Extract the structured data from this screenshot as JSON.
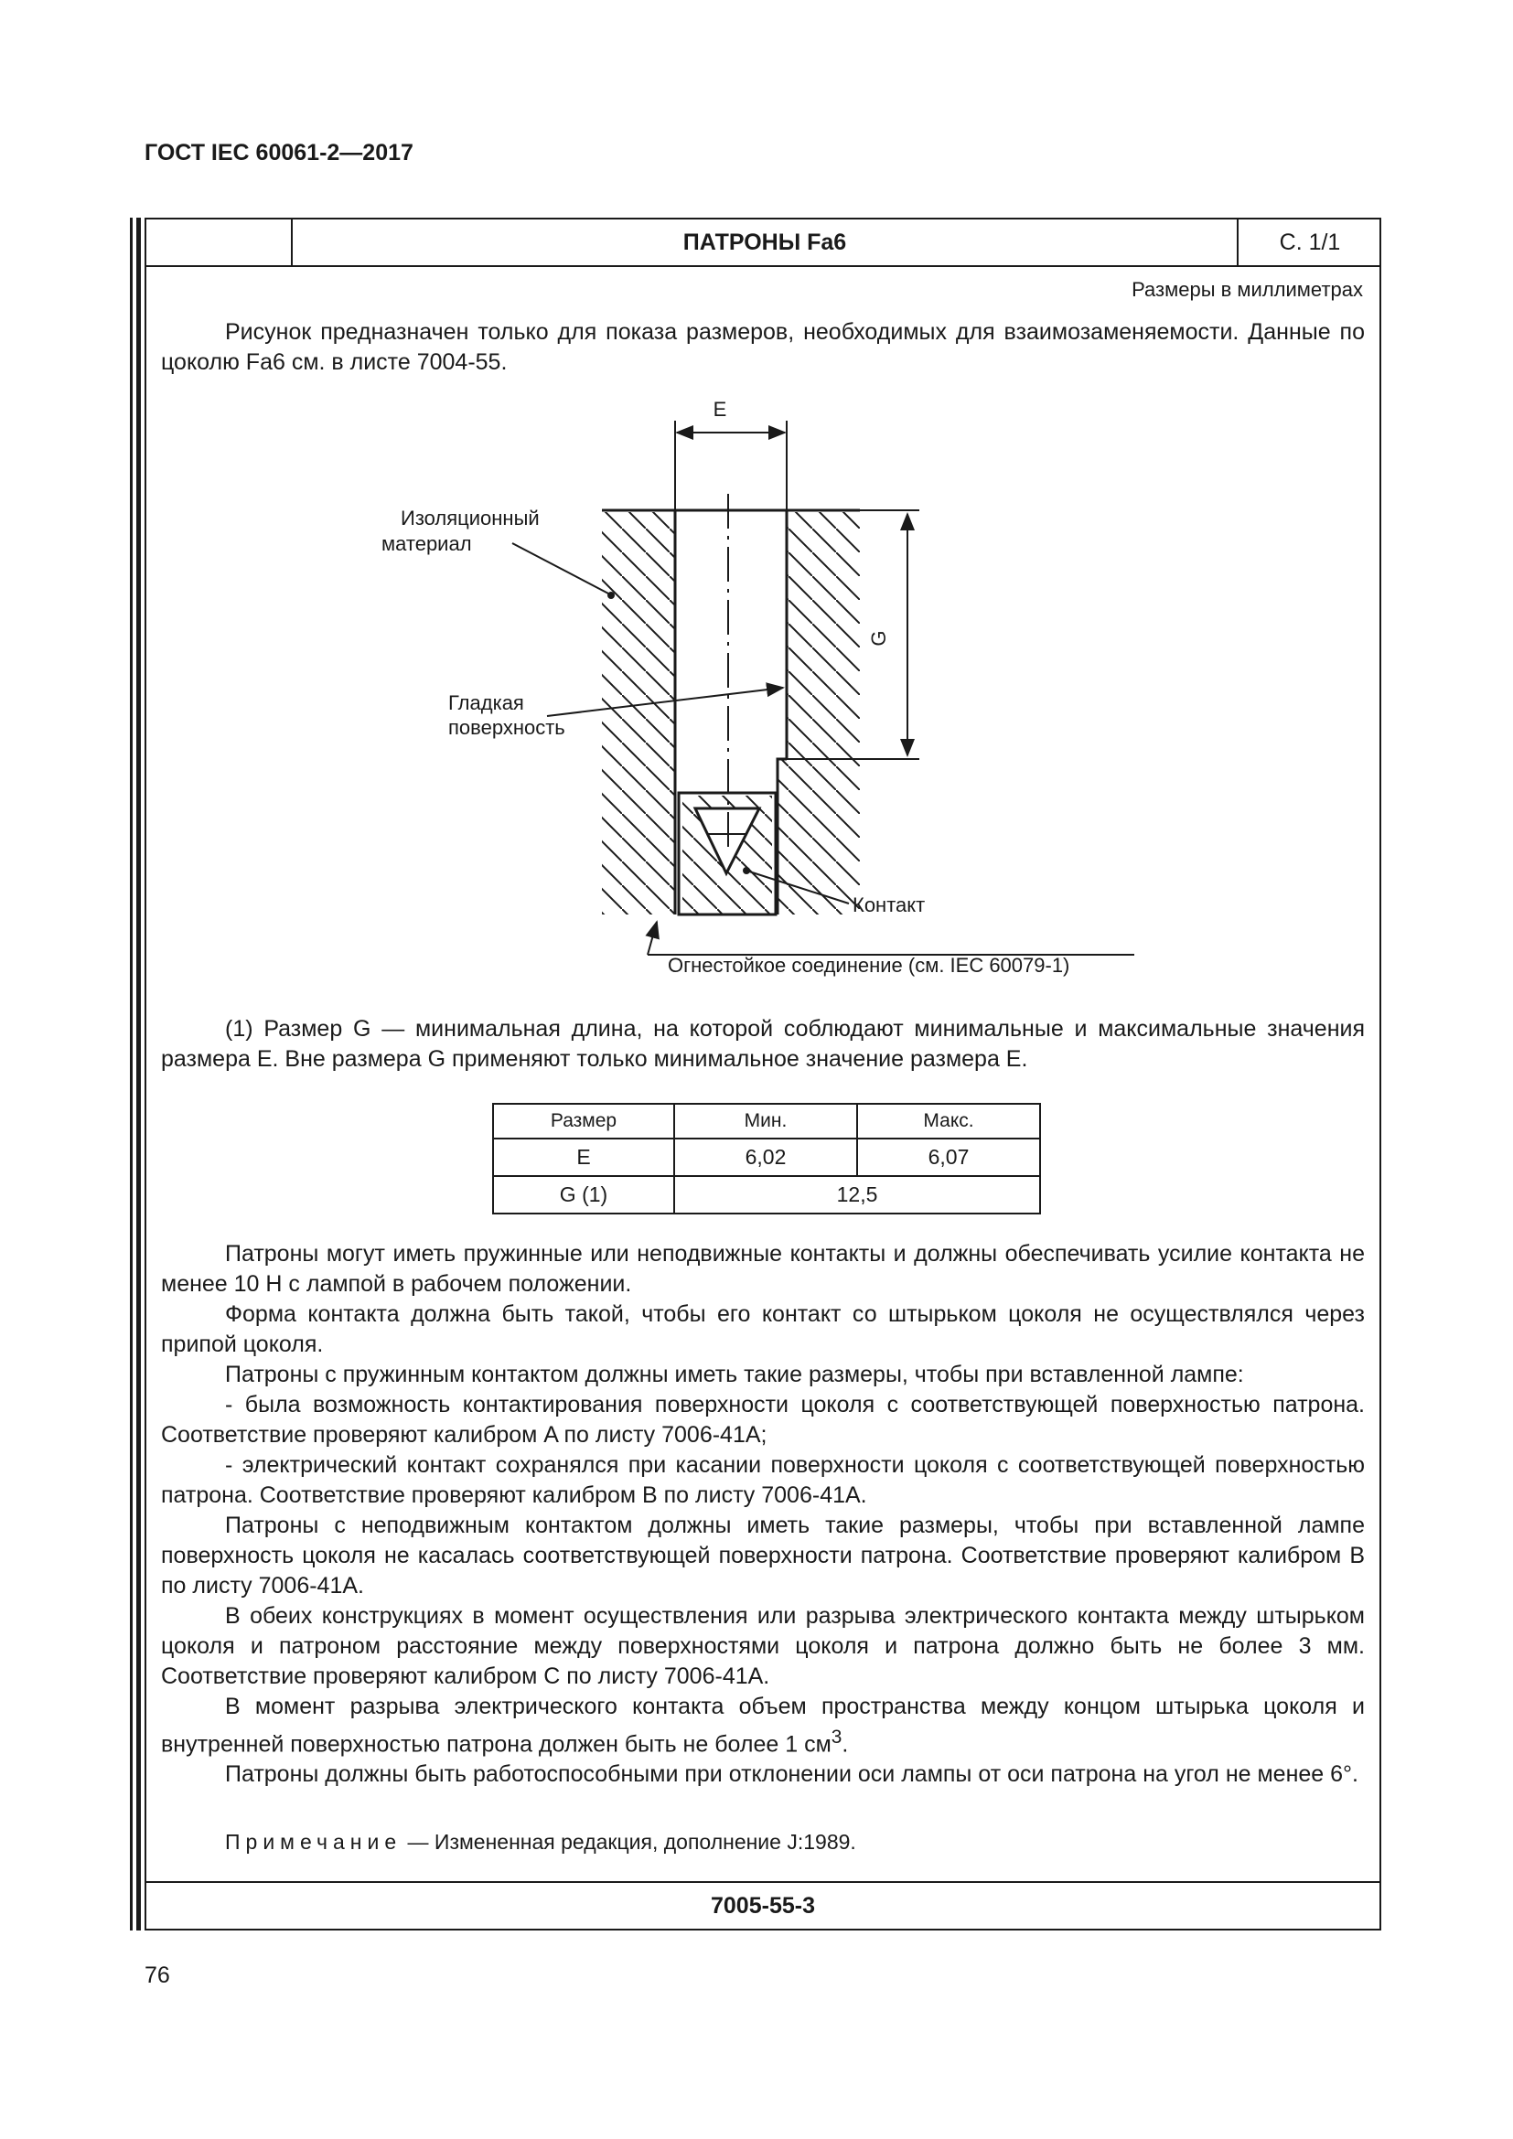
{
  "header": {
    "standard": "ГОСТ IEC 60061-2—2017",
    "page_number": "76"
  },
  "sheet": {
    "title": "ПАТРОНЫ Fa6",
    "page": "С. 1/1",
    "units_note": "Размеры в миллиметрах",
    "footer": "7005-55-3"
  },
  "intro": "Рисунок предназначен только для показа размеров, необходимых для взаимозаменяемости. Данные по цоколю Fa6 см. в листе 7004-55.",
  "figure": {
    "label_e": "E",
    "label_g": "G",
    "insulation_1": "Изоляционный",
    "insulation_2": "материал",
    "smooth_1": "Гладкая",
    "smooth_2": "поверхность",
    "contact": "Контакт",
    "fireproof": "Огнестойкое соединение (см. IEC 60079-1)"
  },
  "footnote": "(1) Размер G — минимальная длина, на которой соблюдают минимальные и максимальные значения размера E. Вне размера G применяют только минимальное значение размера E.",
  "table": {
    "headers": [
      "Размер",
      "Мин.",
      "Макс."
    ],
    "rows": [
      {
        "name": "E",
        "min": "6,02",
        "max": "6,07"
      },
      {
        "name": "G (1)",
        "value": "12,5"
      }
    ]
  },
  "body": [
    "Патроны могут иметь пружинные или неподвижные контакты и должны обеспечивать усилие контакта не менее 10 Н с лампой в рабочем положении.",
    "Форма контакта должна быть такой, чтобы его контакт со штырьком цоколя не осуществлялся через припой цоколя.",
    "Патроны с пружинным контактом должны иметь такие размеры, чтобы при вставленной лампе:",
    "- была возможность контактирования поверхности цоколя с соответствующей поверхностью патрона. Соответствие проверяют калибром A по листу 7006-41A;",
    "- электрический контакт сохранялся при касании поверхности цоколя с соответствующей поверхностью патрона. Соответствие проверяют калибром B по листу 7006-41A.",
    "Патроны с неподвижным контактом должны иметь такие размеры, чтобы при вставленной лампе поверхность цоколя не касалась соответствующей поверхности патрона. Соответствие проверяют калибром B по листу 7006-41A.",
    "В обеих конструкциях в момент осуществления или разрыва электрического контакта между штырьком цоколя и патроном расстояние между поверхностями цоколя и патрона должно быть не более 3 мм. Соответствие проверяют калибром C по листу 7006-41A.",
    "В момент разрыва электрического контакта объем пространства между концом штырька цоколя и внутренней поверхностью патрона должен быть не более 1 см",
    "Патроны должны быть работоспособными при отклонении оси лампы от оси патрона на угол не менее 6°."
  ],
  "volume_sup": "3",
  "volume_end": ".",
  "note": {
    "label": "Примечание",
    "text": " — Измененная редакция, дополнение J:1989."
  }
}
